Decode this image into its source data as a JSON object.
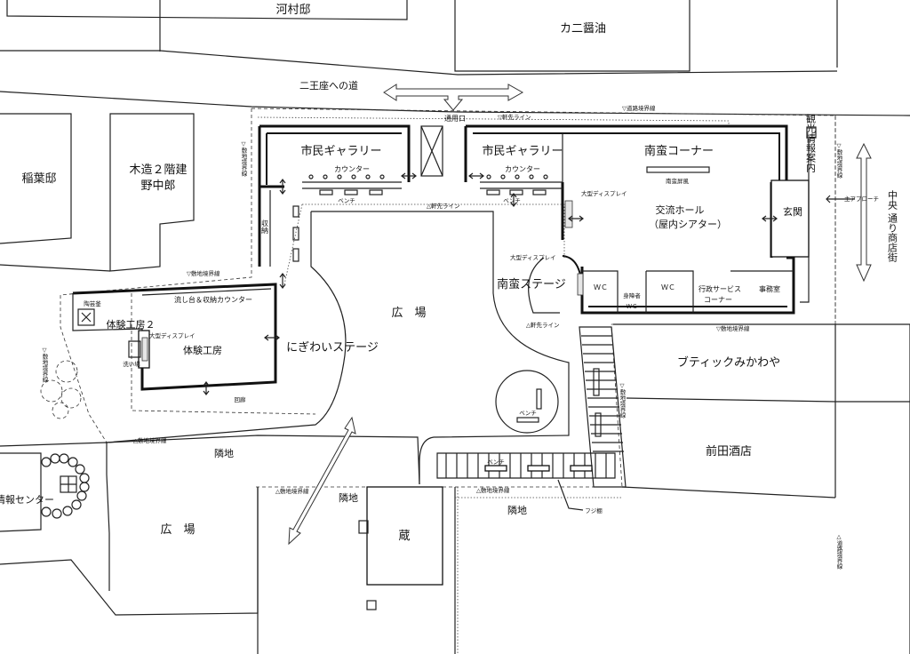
{
  "labels": {
    "kawamura": "河村邸",
    "kani_shoyu": "カ二醤油",
    "niouza_road": "二王座への道",
    "inaba": "稲葉邸",
    "nonaka_1": "木造２階建",
    "nonaka_2": "野中郎",
    "citizen_gallery_1": "市民ギャラリー",
    "citizen_gallery_2": "市民ギャラリー",
    "counter_1": "カウンター",
    "counter_2": "カウンター",
    "bench_1": "ベンチ",
    "bench_2": "ベンチ",
    "nanban_corner": "南蛮コーナー",
    "nanban_byobu": "南蛮屏風",
    "kanko_annai": "観光情報案内",
    "genkan": "玄関",
    "koryu_hall_1": "交流ホール",
    "koryu_hall_2": "（屋内シアター）",
    "large_display_1": "大型ディスプレイ",
    "large_display_2": "大型ディスプレイ",
    "large_display_3": "大型ディスプレイ",
    "nanban_stage": "南蛮ステージ",
    "wc_1": "ＷＣ",
    "wc_2": "ＷＣ",
    "wc_accessible_1": "身障者",
    "wc_accessible_2": "ＷＣ",
    "gyosei_service_1": "行政サービス",
    "gyosei_service_2": "コーナー",
    "jimusho": "事務室",
    "storage": "収納",
    "hiroba_main": "広　場",
    "nigiwai_stage": "にぎわいステージ",
    "taiken_kobo": "体験工房",
    "taiken_kobo_2": "体験工房２",
    "togei_kama": "陶芸釜",
    "arai_ba": "洗い場",
    "nagashidai": "流し台＆収納カウンター",
    "kairo": "回廊",
    "bench_circle": "ベンチ",
    "boutique": "ブティックみかわや",
    "maeda_sake": "前田酒店",
    "rinchi_1": "隣地",
    "rinchi_2": "隣地",
    "rinchi_3": "隣地",
    "hiroba_left": "広　場",
    "info_center": "情報センター",
    "kura": "蔵",
    "fuji_dana": "フジ棚",
    "bench_pergola": "ベンチ",
    "main_approach": "主アプローチ",
    "chuo_dori_1": "中央",
    "chuo_dori_2": "通り商店街",
    "tsuyoguchi": "通用口",
    "boundary_1": "▽敷地境界線",
    "boundary_2": "▽敷地境界線",
    "boundary_3": "▽敷地境界線",
    "boundary_4": "△敷地境界線",
    "boundary_5": "△敷地境界線",
    "boundary_6": "△敷地境界線",
    "boundary_7": "▽敷地境界線",
    "road_boundary_1": "▽道路境界線",
    "road_boundary_2": "△道路境界線",
    "eaves_1": "▽軒先ライン",
    "eaves_2": "△軒先ライン",
    "eaves_3": "△軒先ライン",
    "boundary_v1": "▽敷地境界線",
    "boundary_v2": "▽敷地境界線",
    "boundary_v3": "▽敷地境界線"
  }
}
